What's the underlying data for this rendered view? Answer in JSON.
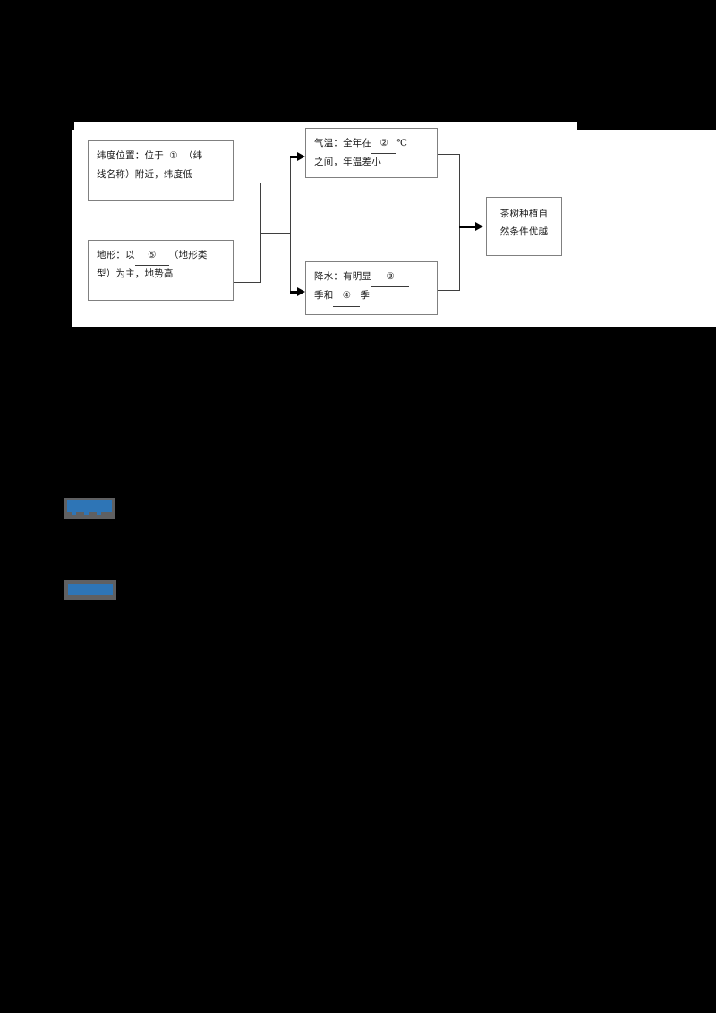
{
  "page": {
    "background_color": "#000000",
    "panel_color": "#ffffff",
    "accent_color": "#2e75b6",
    "highlight_edge_color": "#5f6062",
    "box_border_color": "#808080",
    "connector_color": "#3f3f3f"
  },
  "diagram": {
    "type": "flowchart",
    "title": "",
    "boxes": [
      {
        "id": "latitude",
        "lines": [
          {
            "pre": "纬度位置：位于",
            "blank": "①",
            "post": "（纬"
          },
          {
            "pre": "线名称）附近，纬度低",
            "blank": "",
            "post": ""
          }
        ]
      },
      {
        "id": "landform",
        "lines": [
          {
            "pre": "地形：以",
            "blank": "⑤",
            "post": "（地形类"
          },
          {
            "pre": "型）为主，地势高",
            "blank": "",
            "post": ""
          }
        ]
      },
      {
        "id": "temperature",
        "lines": [
          {
            "pre": "气温：全年在",
            "blank": "②",
            "post": "℃"
          },
          {
            "pre": "之间，年温差小",
            "blank": "",
            "post": ""
          }
        ]
      },
      {
        "id": "precipitation",
        "lines": [
          {
            "pre": "降水：有明显",
            "blank": "③",
            "post": ""
          },
          {
            "pre": "季和",
            "blank": "④",
            "post": "季"
          }
        ]
      },
      {
        "id": "result",
        "lines": [
          {
            "pre": "茶树种植自",
            "blank": "",
            "post": ""
          },
          {
            "pre": "然条件优越",
            "blank": "",
            "post": ""
          }
        ]
      }
    ]
  },
  "highlights": [
    {
      "id": "highlight-one",
      "label": ""
    },
    {
      "id": "highlight-two",
      "label": ""
    }
  ]
}
